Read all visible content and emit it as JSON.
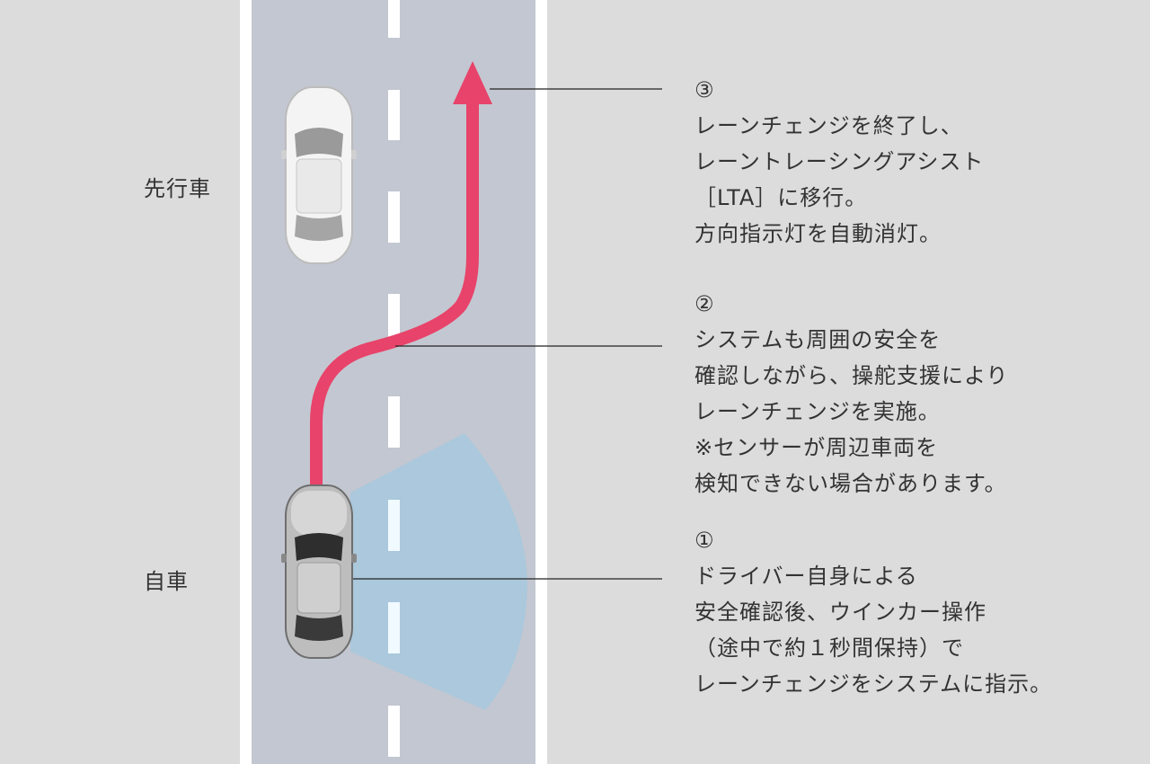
{
  "labels": {
    "lead_vehicle": "先行車",
    "own_vehicle": "自車"
  },
  "notes": [
    {
      "number": "③",
      "lines": [
        "レーンチェンジを終了し、",
        "レーントレーシングアシスト",
        "［LTA］に移行。",
        "方向指示灯を自動消灯。"
      ]
    },
    {
      "number": "②",
      "lines": [
        "システムも周囲の安全を",
        "確認しながら、操舵支援により",
        "レーンチェンジを実施。",
        "※センサーが周辺車両を",
        "検知できない場合があります。"
      ]
    },
    {
      "number": "①",
      "lines": [
        "ドライバー自身による",
        "安全確認後、ウインカー操作",
        "（途中で約１秒間保持）で",
        "レーンチェンジをシステムに指示。"
      ]
    }
  ],
  "colors": {
    "background": "#dcdcdc",
    "road": "#c3c7d1",
    "lane_line": "#ffffff",
    "path_arrow": "#e8436a",
    "sensor_zone": "#a9c8dd",
    "leader_line": "#222222"
  }
}
